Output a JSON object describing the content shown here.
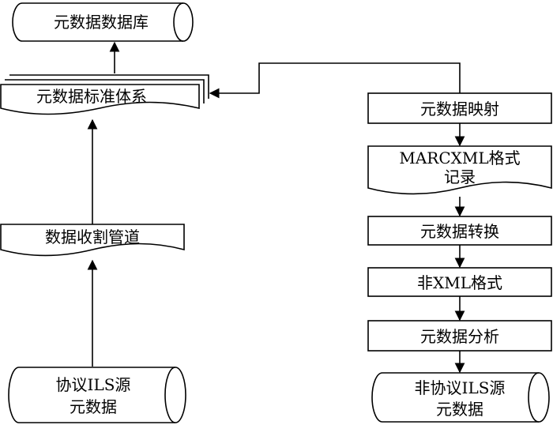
{
  "nodes": {
    "metadata_db": "元数据数据库",
    "metadata_standard": "元数据标准体系",
    "harvest_pipeline": "数据收割管道",
    "protocol_source_line1": "协议ILS源",
    "protocol_source_line2": "元数据",
    "metadata_mapping": "元数据映射",
    "marcxml_record_line1": "MARCXML格式",
    "marcxml_record_line2": "记录",
    "metadata_conversion": "元数据转换",
    "non_xml_format": "非XML格式",
    "metadata_analysis": "元数据分析",
    "non_protocol_source_line1": "非协议ILS源",
    "non_protocol_source_line2": "元数据"
  }
}
